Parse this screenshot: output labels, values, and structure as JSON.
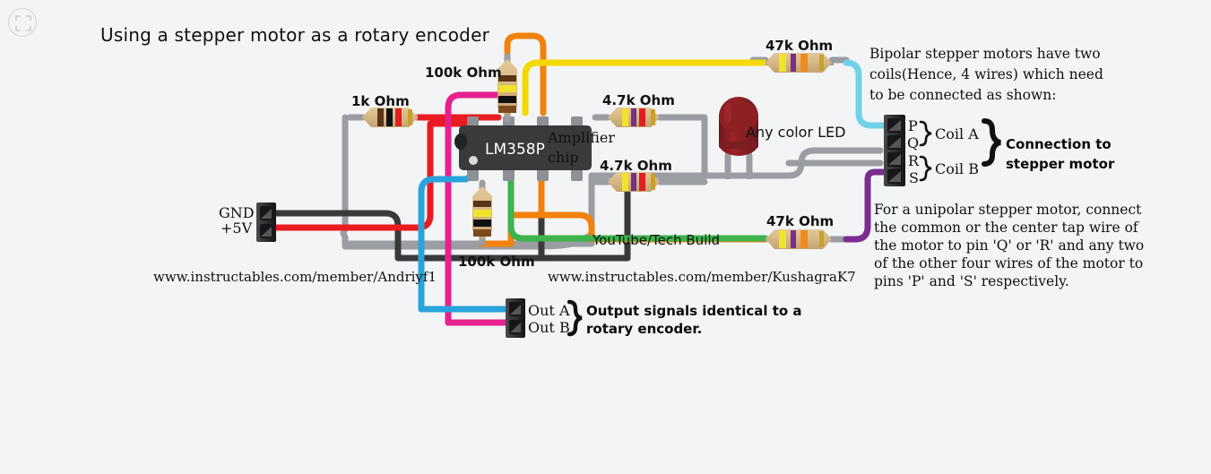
{
  "page": {
    "title": "Using a stepper motor as a rotary encoder",
    "background": "#f3f4f6"
  },
  "toolbar": {
    "fullscreen_icon": "fullscreen-icon"
  },
  "components": {
    "chip": {
      "label": "LM358P",
      "annotation_line1": "Amplifier",
      "annotation_line2": "chip",
      "body_color": "#3a3a3c"
    },
    "led": {
      "label": "Any color LED",
      "color": "#8e2024"
    },
    "resistors": [
      {
        "name": "r-1k",
        "label": "1k Ohm",
        "bands": [
          "#5a3418",
          "#111111",
          "#e02020",
          "#c8a02a"
        ]
      },
      {
        "name": "r-100k-top",
        "label": "100k Ohm",
        "bands": [
          "#5a3418",
          "#f2e32a",
          "#111111",
          "#7a4a1c"
        ]
      },
      {
        "name": "r-100k-bottom",
        "label": "100k Ohm",
        "bands": [
          "#5a3418",
          "#f2e32a",
          "#111111",
          "#7a4a1c"
        ]
      },
      {
        "name": "r-4k7-top",
        "label": "4.7k Ohm",
        "bands": [
          "#f2e32a",
          "#7b2d8e",
          "#e02020",
          "#c8a02a"
        ]
      },
      {
        "name": "r-4k7-bottom",
        "label": "4.7k Ohm",
        "bands": [
          "#f2e32a",
          "#7b2d8e",
          "#e02020",
          "#c8a02a"
        ]
      },
      {
        "name": "r-47k-top",
        "label": "47k Ohm",
        "bands": [
          "#f2e32a",
          "#7b2d8e",
          "#f08a1e",
          "#c8a02a"
        ]
      },
      {
        "name": "r-47k-bottom",
        "label": "47k Ohm",
        "bands": [
          "#f2e32a",
          "#7b2d8e",
          "#f08a1e",
          "#c8a02a"
        ]
      }
    ]
  },
  "connectors": {
    "power": {
      "pins": [
        "GND",
        "+5V"
      ],
      "wire_colors": [
        "#3a3a3c",
        "#e81c20"
      ]
    },
    "output": {
      "pins": [
        "Out A",
        "Out B"
      ],
      "wire_colors": [
        "#29a3dc",
        "#e6218f"
      ],
      "brace_note_line1": "Output signals identical to a",
      "brace_note_line2": "rotary encoder."
    },
    "motor": {
      "pins": [
        "P",
        "Q",
        "R",
        "S"
      ],
      "coil_a_label": "Coil A",
      "coil_b_label": "Coil B",
      "brace_note_line1": "Connection to",
      "brace_note_line2": "stepper motor"
    }
  },
  "notes": {
    "bipolar": [
      "Bipolar stepper motors have two",
      "coils(Hence, 4 wires) which need",
      "to be connected as shown:"
    ],
    "unipolar": [
      "For a unipolar stepper motor, connect",
      "the common or the center tap wire of",
      "the motor to pin 'Q' or 'R' and any two",
      "of the other four wires of the motor to",
      "pins 'P' and 'S' respectively."
    ]
  },
  "credits": {
    "left_url": "www.instructables.com/member/Andriyf1",
    "right_url": "www.instructables.com/member/KushagraK7",
    "youtube": "YouTube/Tech Build"
  },
  "wire_colors": {
    "gray": "#9a9da1",
    "black": "#3a3a3c",
    "red": "#e81c20",
    "pink": "#e6218f",
    "orange": "#f2820c",
    "yellow": "#f5d800",
    "green": "#3cb44b",
    "blue": "#29a3dc",
    "cyan": "#6fd2e8",
    "purple": "#7b2d8e"
  }
}
